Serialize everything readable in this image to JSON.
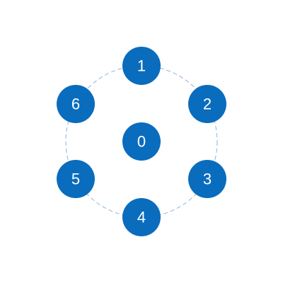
{
  "colors": {
    "node_fill": "#0a6cbd",
    "ring_stroke": "#8fb3da",
    "background": "#ffffff"
  },
  "center_node": {
    "label": "0"
  },
  "ring_nodes": [
    {
      "label": "1"
    },
    {
      "label": "2"
    },
    {
      "label": "3"
    },
    {
      "label": "4"
    },
    {
      "label": "5"
    },
    {
      "label": "6"
    }
  ]
}
